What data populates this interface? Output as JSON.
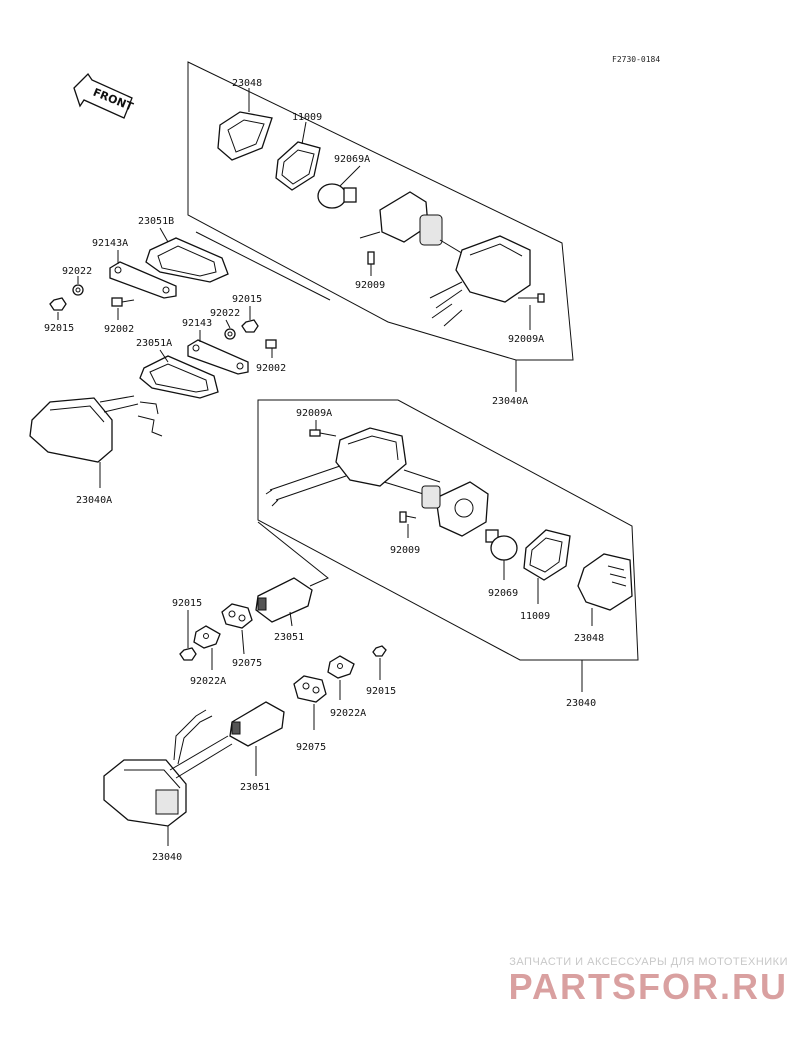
{
  "diagram_code": "F2730-0184",
  "front_label": "FRONT",
  "labels": {
    "l23048_top": "23048",
    "l11009_top": "11009",
    "l92069a": "92069A",
    "l92009_top": "92009",
    "l92009a_top": "92009A",
    "l23040a_right": "23040A",
    "l23051b": "23051B",
    "l92143a": "92143A",
    "l92022_left": "92022",
    "l92015_left": "92015",
    "l92002_left": "92002",
    "l92015_mid": "92015",
    "l92022_mid": "92022",
    "l92143": "92143",
    "l23051a": "23051A",
    "l92002_mid": "92002",
    "l23040a_left": "23040A",
    "l92009a_mid": "92009A",
    "l92009_mid": "92009",
    "l92069": "92069",
    "l11009_mid": "11009",
    "l23048_mid": "23048",
    "l23040_right": "23040",
    "l92015_low": "92015",
    "l92075_a": "92075",
    "l23051_a": "23051",
    "l92022a_a": "92022A",
    "l92075_b": "92075",
    "l92022a_b": "92022A",
    "l92015_b": "92015",
    "l23051_b": "23051",
    "l23040_bottom": "23040"
  },
  "watermark": {
    "line1": "ЗАПЧАСТИ И АКСЕССУАРЫ ДЛЯ МОТОТЕХНИКИ",
    "line2": "PARTSFOR.RU"
  }
}
